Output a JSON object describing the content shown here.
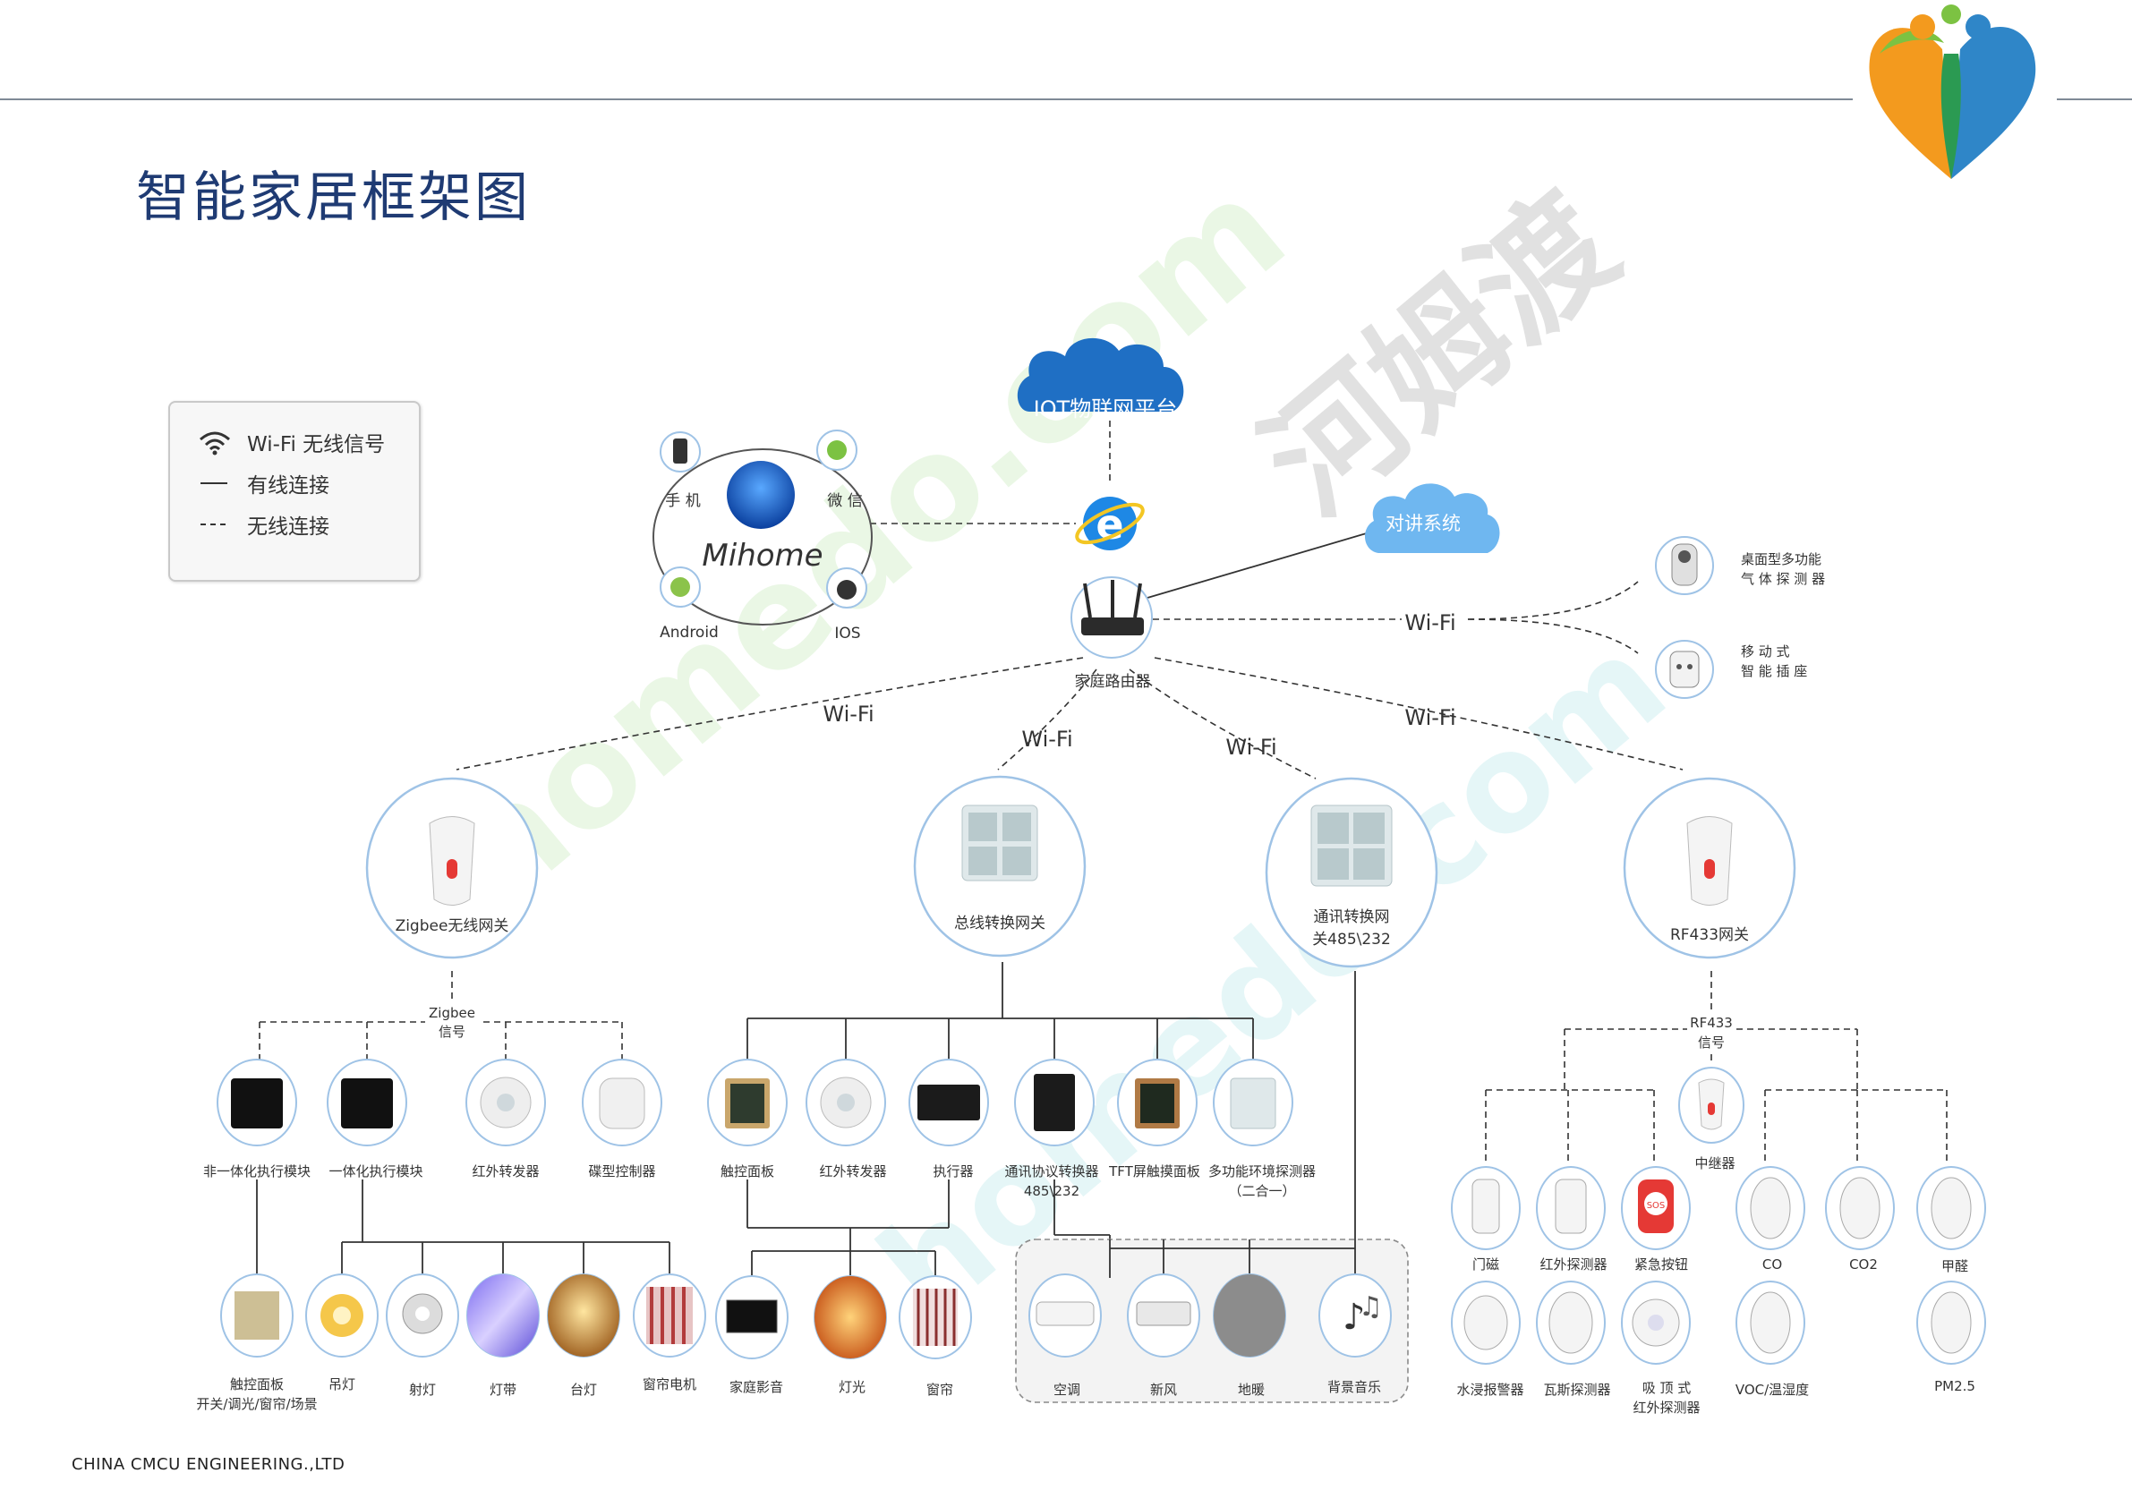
{
  "title": "智能家居框架图",
  "footer": "CHINA CMCU ENGINEERING.,LTD",
  "legend": {
    "wifi": "Wi-Fi 无线信号",
    "wired": "有线连接",
    "wireless": "无线连接"
  },
  "cloud": {
    "iot": "IOT物联网平台",
    "intercom": "对讲系统"
  },
  "app": {
    "name": "Mihome",
    "phone": "手 机",
    "wechat": "微 信",
    "android": "Android",
    "ios": "IOS"
  },
  "router": "家庭路由器",
  "wifi_label": "Wi-Fi",
  "right_devices": {
    "gas1": "桌面型多功能",
    "gas2": "气 体 探 测 器",
    "plug1": "移  动  式",
    "plug2": "智 能 插 座"
  },
  "gateways": {
    "zigbee": "Zigbee无线网关",
    "bus": "总线转换网关",
    "comm1": "通讯转换网",
    "comm2": "关485\\232",
    "rf433": "RF433网关"
  },
  "signals": {
    "zigbee1": "Zigbee",
    "zigbee2": "信号",
    "rf1": "RF433",
    "rf2": "信号"
  },
  "zigbee_devices": [
    "非一体化执行模块",
    "一体化执行模块",
    "红外转发器",
    "碟型控制器"
  ],
  "bus_devices": [
    "触控面板",
    "红外转发器",
    "执行器",
    "通讯协议转换器",
    "TFT屏触摸面板",
    "多功能环境探测器"
  ],
  "bus_device_sub": {
    "protocol": "485\\232",
    "env": "（二合一）"
  },
  "bottom_left": {
    "panel1": "触控面板",
    "panel2": "开关/调光/窗帘/场景",
    "items": [
      "吊灯",
      "射灯",
      "灯带",
      "台灯",
      "窗帘电机"
    ]
  },
  "bottom_mid": [
    "家庭影音",
    "灯光",
    "窗帘"
  ],
  "hvac": [
    "空调",
    "新风",
    "地暖",
    "背景音乐"
  ],
  "rf_repeater": "中继器",
  "rf_row1": [
    "门磁",
    "红外探测器",
    "紧急按钮",
    "CO",
    "CO2",
    "甲醛"
  ],
  "rf_row2": [
    "水浸报警器",
    "瓦斯探测器",
    "VOC/温湿度",
    "PM2.5"
  ],
  "rf_ceiling1": "吸  顶  式",
  "rf_ceiling2": "红外探测器",
  "sos": "SOS",
  "watermark1": "homedo.com",
  "watermark2": "河姆渡",
  "colors": {
    "title": "#1f3b73",
    "cloud": "#1f6fc4",
    "ring": "#9fc3e6",
    "line": "#333333"
  }
}
